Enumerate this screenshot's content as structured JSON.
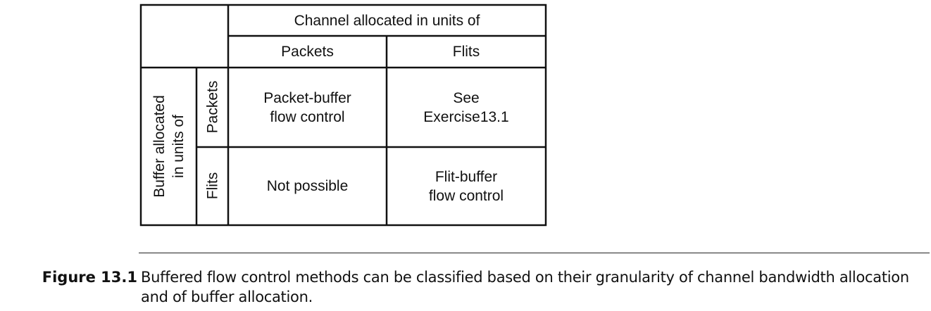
{
  "table": {
    "header_top": "Channel allocated in units of",
    "col_headers": [
      "Packets",
      "Flits"
    ],
    "row_group_label": "Buffer allocated\nin units of",
    "row_headers": [
      "Packets",
      "Flits"
    ],
    "cells": [
      [
        "Packet-buffer\nflow control",
        "See\nExercise13.1"
      ],
      [
        "Not possible",
        "Flit-buffer\nflow control"
      ]
    ]
  },
  "caption": {
    "label": "Figure 13.1",
    "text": "Buffered flow control methods can be classified based on their granularity of channel bandwidth allocation and of buffer allocation."
  }
}
